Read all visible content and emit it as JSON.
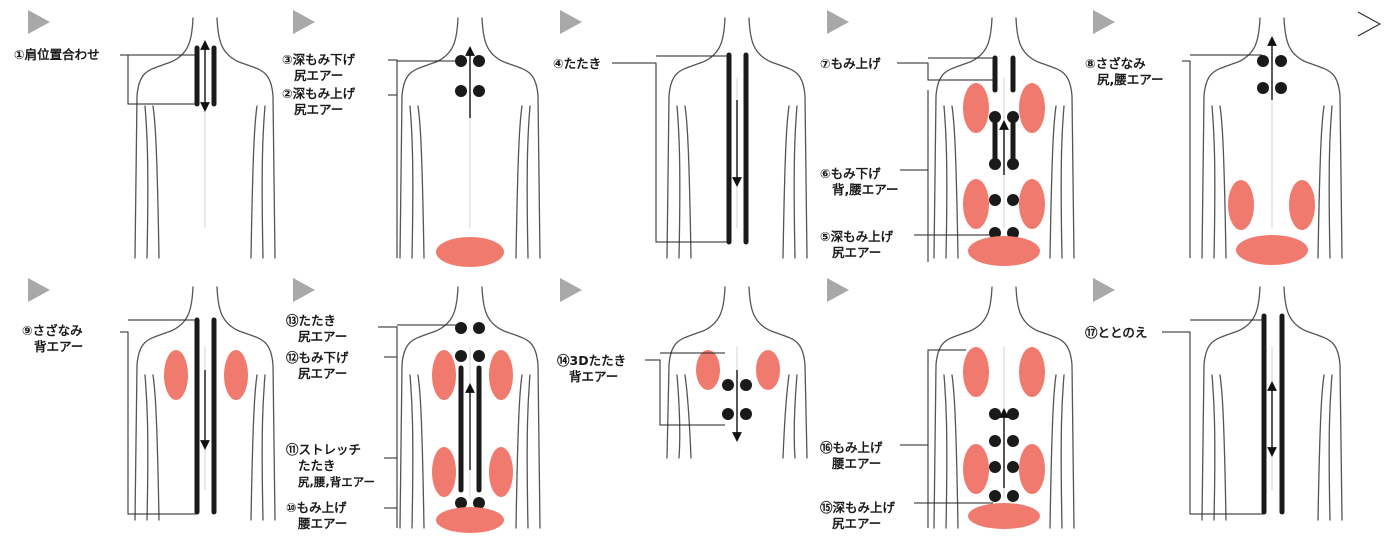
{
  "panels": [
    {
      "id": "p1",
      "labels": [
        {
          "lines": [
            "①肩位置合わせ"
          ]
        }
      ]
    },
    {
      "id": "p2",
      "labels": [
        {
          "lines": [
            "③深もみ下げ",
            "尻エアー"
          ]
        },
        {
          "lines": [
            "②深もみ上げ",
            "尻エアー"
          ]
        }
      ]
    },
    {
      "id": "p3",
      "labels": [
        {
          "lines": [
            "④たたき"
          ]
        }
      ]
    },
    {
      "id": "p4",
      "labels": [
        {
          "lines": [
            "⑦もみ上げ"
          ]
        },
        {
          "lines": [
            "⑥もみ下げ",
            "背,腰エアー"
          ]
        },
        {
          "lines": [
            "⑤深もみ上げ",
            "尻エアー"
          ]
        }
      ]
    },
    {
      "id": "p5",
      "labels": [
        {
          "lines": [
            "⑧さざなみ",
            "尻,腰エアー"
          ]
        }
      ]
    },
    {
      "id": "p6",
      "labels": [
        {
          "lines": [
            "⑨さざなみ",
            "背エアー"
          ]
        }
      ]
    },
    {
      "id": "p7",
      "labels": [
        {
          "lines": [
            "⑬たたき",
            "尻エアー"
          ]
        },
        {
          "lines": [
            "⑫もみ下げ",
            "尻エアー"
          ]
        },
        {
          "lines": [
            "⑪ストレッチ",
            "たたき",
            "尻,腰,背エアー"
          ]
        },
        {
          "lines": [
            "⑩もみ上げ",
            "腰エアー"
          ]
        }
      ]
    },
    {
      "id": "p8",
      "labels": [
        {
          "lines": [
            "⑭3Dたたき",
            "背エアー"
          ]
        }
      ]
    },
    {
      "id": "p9",
      "labels": [
        {
          "lines": [
            "⑯もみ上げ",
            "腰エアー"
          ]
        },
        {
          "lines": [
            "⑮深もみ上げ",
            "尻エアー"
          ]
        }
      ]
    },
    {
      "id": "p10",
      "labels": [
        {
          "lines": [
            "⑰ととのえ"
          ]
        }
      ]
    }
  ],
  "colors": {
    "air_pad": "#f07a6e",
    "roller": "#1a1a1a",
    "outline": "#555555",
    "play_marker": "#a8a8a8"
  }
}
